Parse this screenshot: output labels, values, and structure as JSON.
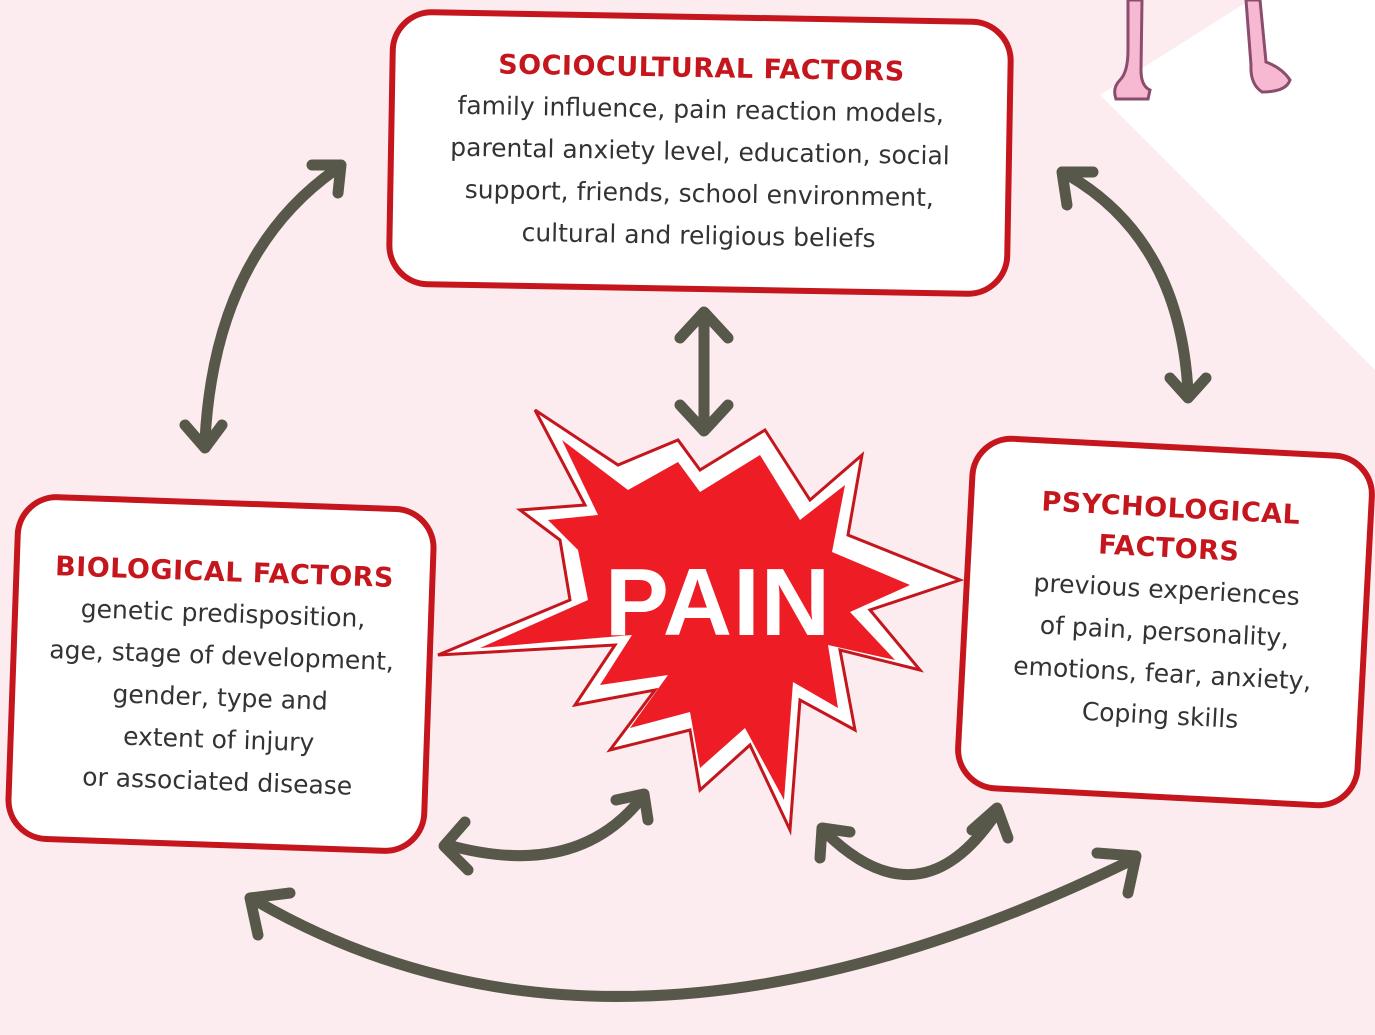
{
  "colors": {
    "background_pink": "#fcecef",
    "accent_red": "#c4161c",
    "burst_red": "#ee1c25",
    "arrow_gray": "#58584a"
  },
  "center": {
    "label": "PAIN"
  },
  "sociocultural": {
    "title": "SOCIOCULTURAL FACTORS",
    "lines": [
      "family influence, pain reaction models,",
      "parental anxiety level, education, social",
      "support, friends, school environment,",
      "cultural and religious beliefs"
    ]
  },
  "biological": {
    "title": "BIOLOGICAL FACTORS",
    "lines": [
      "genetic predisposition,",
      "age, stage of development,",
      "gender, type and",
      "extent of injury",
      "or associated disease"
    ]
  },
  "psychological": {
    "title_lines": [
      "PSYCHOLOGICAL",
      "FACTORS"
    ],
    "lines": [
      "previous experiences",
      "of pain, personality,",
      "emotions, fear, anxiety,",
      "Coping skills"
    ]
  },
  "decor": {
    "figure_icon": "person-legs-illustration"
  }
}
